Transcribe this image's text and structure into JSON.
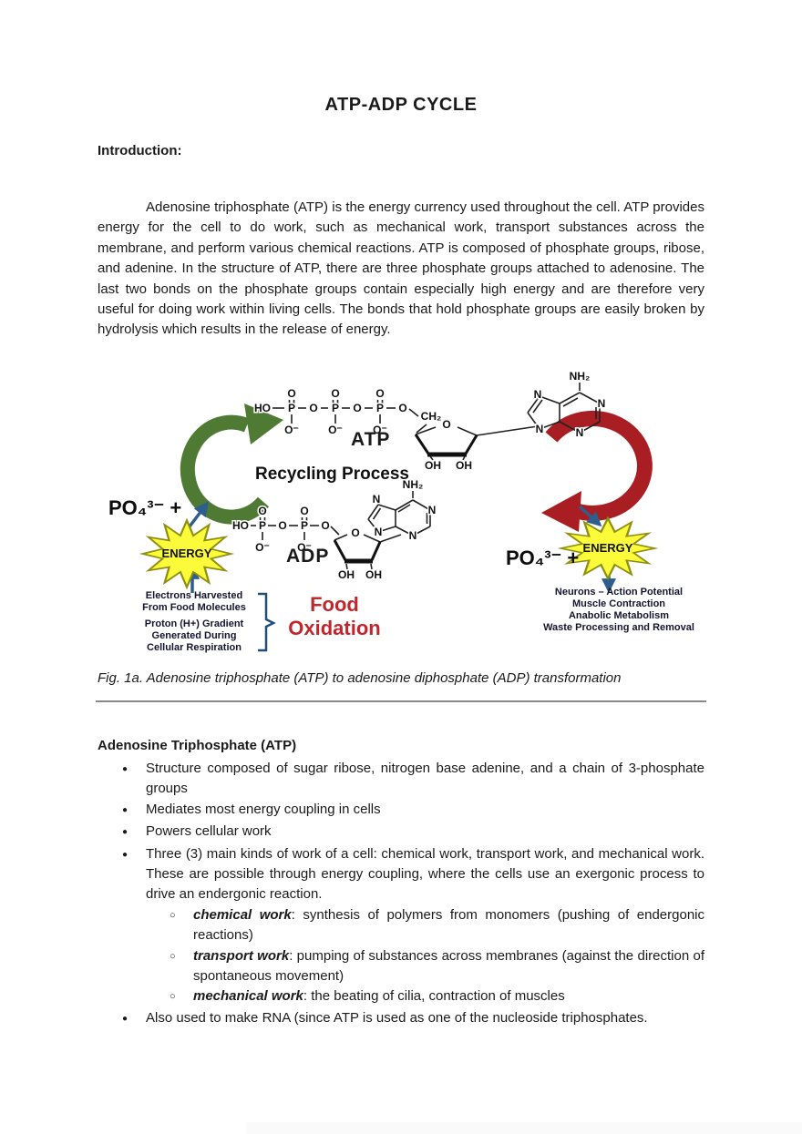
{
  "document": {
    "title": "ATP-ADP CYCLE",
    "intro_heading": "Introduction:",
    "intro_paragraph": "Adenosine triphosphate (ATP) is the energy currency used throughout the cell. ATP provides energy for the cell to do work, such as mechanical work, transport substances across the membrane, and perform various chemical reactions. ATP is composed of phosphate groups, ribose, and adenine. In the structure of ATP, there are three phosphate groups attached to adenosine. The last two bonds on the phosphate groups contain especially high energy and are therefore very useful for doing work within living cells. The bonds that hold phosphate groups are easily broken by hydrolysis which results in the release of energy.",
    "figure_caption": "Fig. 1a. Adenosine triphosphate (ATP) to adenosine diphosphate (ADP) transformation",
    "atp_section": {
      "heading": "Adenosine Triphosphate (ATP)",
      "bullets": [
        "Structure composed of sugar ribose, nitrogen base adenine, and a chain of 3-phosphate groups",
        "Mediates most energy coupling in cells",
        "Powers cellular work",
        "Three (3) main kinds of work of a cell: chemical work, transport work, and mechanical work. These are possible through energy coupling, where the cells use an exergonic process to drive an endergonic reaction.",
        "Also used to make RNA (since ATP is used as one of the nucleoside triphosphates."
      ],
      "sub_bullets": [
        {
          "lead": "chemical work",
          "rest": ": synthesis of polymers from monomers (pushing of endergonic reactions)"
        },
        {
          "lead": "transport work",
          "rest": ": pumping of substances across membranes (against the direction of spontaneous movement)"
        },
        {
          "lead": "mechanical work",
          "rest": ": the beating of cilia, contraction of muscles"
        }
      ]
    }
  },
  "figure": {
    "recycling_label": "Recycling Process",
    "atp_label": "ATP",
    "adp_label": "ADP",
    "phosphate_left": "PO₄³⁻ +",
    "phosphate_right": "PO₄³⁻ +",
    "energy_label": "ENERGY",
    "food_oxidation_line1": "Food",
    "food_oxidation_line2": "Oxidation",
    "left_note_group1": [
      "Electrons Harvested",
      "From Food Molecules"
    ],
    "left_note_group2": [
      "Proton (H+) Gradient",
      "Generated During",
      "Cellular Respiration"
    ],
    "right_note_lines": [
      "Neurons – Action Potential",
      "Muscle Contraction",
      "Anabolic Metabolism",
      "Waste Processing and Removal"
    ],
    "atoms": {
      "ho": "HO",
      "p": "P",
      "o": "O",
      "o_minus": "O⁻",
      "ch2": "CH₂",
      "oh": "OH",
      "nh2": "NH₂",
      "n": "N"
    },
    "colors": {
      "green_arrow": "#4e7a33",
      "red_arrow": "#a91e22",
      "energy_fill": "#fbfb3a",
      "energy_stroke": "#8f8f10",
      "blue_connector": "#2d5e8c",
      "bracket_blue": "#1f4e79",
      "food_red": "#c0262c"
    }
  }
}
